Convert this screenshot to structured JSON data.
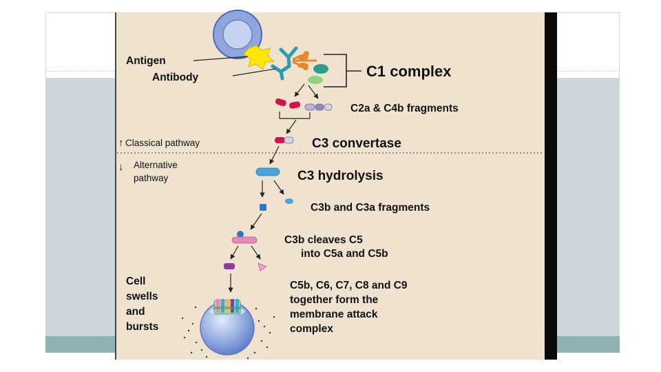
{
  "diagram": {
    "labels": {
      "antigen": "Antigen",
      "antibody": "Antibody",
      "c1_complex": "C1 complex",
      "c2a_c4b": "C2a & C4b fragments",
      "classical_pathway": "Classical pathway",
      "c3_convertase": "C3 convertase",
      "alternative_1": "Alternative",
      "alternative_2": "pathway",
      "c3_hydrolysis": "C3 hydrolysis",
      "c3b_c3a": "C3b and C3a fragments",
      "c3b_cleaves_1": "C3b cleaves C5",
      "c3b_cleaves_2": "into C5a and C5b",
      "cell_1": "Cell",
      "cell_2": "swells",
      "cell_3": "and",
      "cell_4": "bursts",
      "mac_1": "C5b, C6, C7, C8 and  C9",
      "mac_2": "together form the",
      "mac_3": "membrane attack",
      "mac_4": "complex"
    },
    "colors": {
      "panel": "#efe3cf",
      "cell_blue": "#7f9fd8",
      "antigen_yellow": "#ffe60a",
      "fragment_red": "#d2144a",
      "fragment_lavender": "#b9b3d8",
      "c3_blue": "#4aa3d9",
      "c5_pink": "#e68bb5",
      "c5_purple": "#8a3ea0"
    }
  }
}
